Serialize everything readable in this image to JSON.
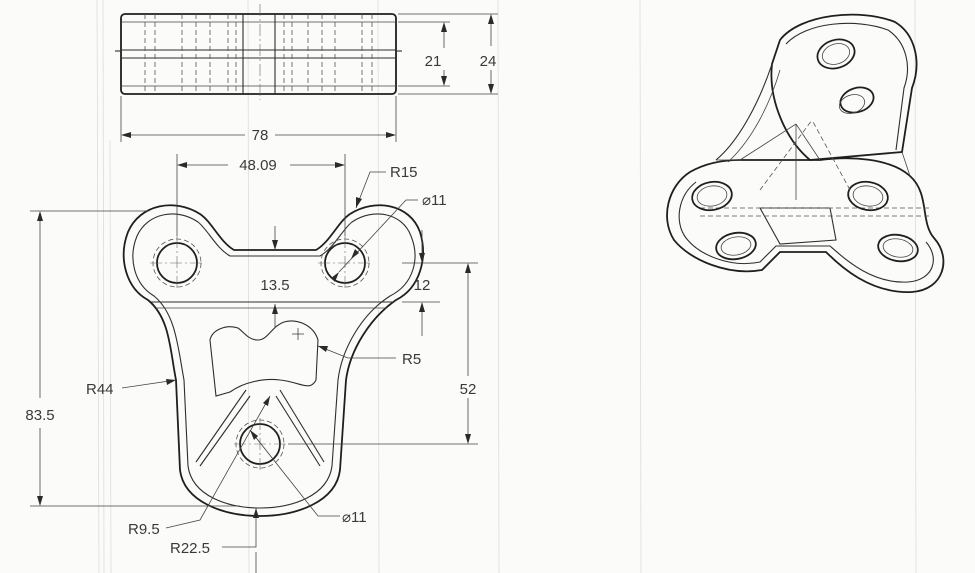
{
  "drawing": {
    "top_view": {
      "overall_width": "78",
      "inner_thickness": "21",
      "overall_thickness": "24"
    },
    "front_view": {
      "hole_spacing": "48.09",
      "ear_radius": "R15",
      "top_hole_diameter": "⌀11",
      "notch_width": "13.5",
      "notch_depth": "12",
      "cutout_radius": "R5",
      "side_radius": "R44",
      "overall_height": "83.5",
      "hole_vertical_spacing": "52",
      "bottom_inner_radius": "R9.5",
      "bottom_outer_radius": "R22.5",
      "bottom_hole_diameter": "⌀11"
    },
    "isometric_view": {}
  }
}
